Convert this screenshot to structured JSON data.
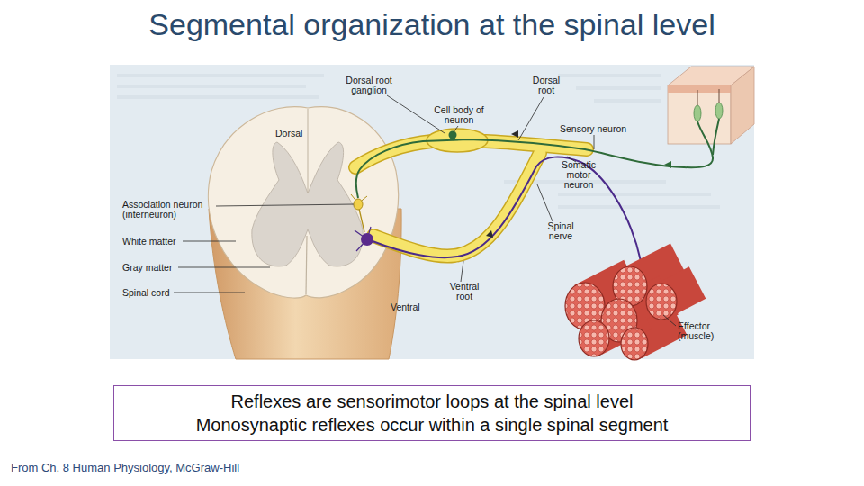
{
  "diagram": {
    "title": "Segmental organization at the spinal level",
    "nodes": [
      {
        "text": [
          "Reflexes are sensorimotor loops at the spinal level",
          "Monosynaptic reflexes occur within a single spinal segment"
        ]
      }
    ],
    "labels": [
      "Dorsal root ganglion",
      "Cell body of neuron",
      "Dorsal root",
      "Dorsal",
      "Sensory neuron",
      "Somatic motor neuron",
      "Association neuron (interneuron)",
      "White matter",
      "Gray matter",
      "Spinal cord",
      "Spinal nerve",
      "Ventral root",
      "Ventral",
      "Effector (muscle)",
      "From Ch. 8 Human Physiology, McGraw-Hill"
    ]
  }
}
